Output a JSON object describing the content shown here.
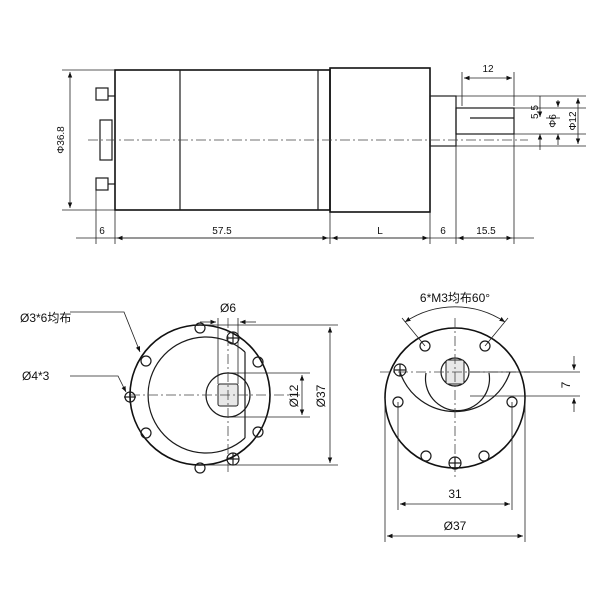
{
  "side_view": {
    "dia_body": "Φ36.8",
    "shaft_len": "12",
    "flat": "5.5",
    "dia_shaft": "Φ6",
    "dia_boss": "Φ12",
    "len_6a": "6",
    "len_motor": "57.5",
    "len_gear": "L",
    "len_6b": "6",
    "len_shaft": "15.5"
  },
  "rear_view": {
    "holes_label": "Ø3*6均布",
    "holes2_label": "Ø4*3",
    "dia_shaft": "Ø6",
    "dia_boss": "Ø12",
    "dia_body": "Ø37"
  },
  "front_view": {
    "screws_label": "6*M3均布60°",
    "flat_dim": "7",
    "pcd": "31",
    "dia_body": "Ø37"
  }
}
